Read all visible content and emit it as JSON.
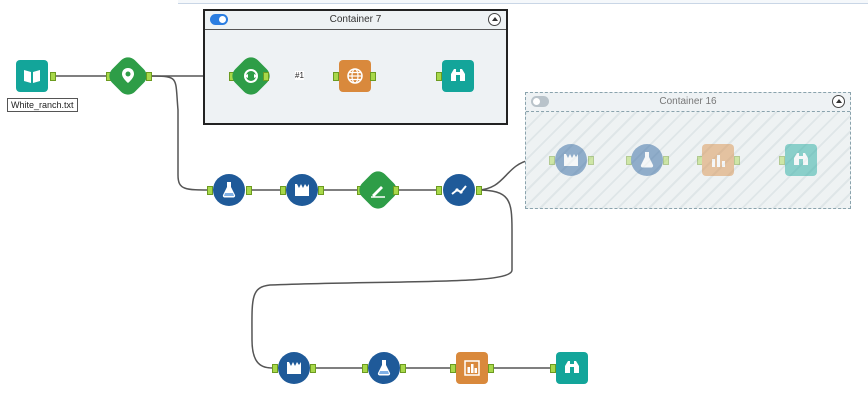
{
  "containers": {
    "c7": {
      "title": "Container 7",
      "enabled": true
    },
    "c16": {
      "title": "Container 16",
      "enabled": false
    }
  },
  "tools": {
    "input": {
      "caption": "White_ranch.txt"
    }
  },
  "connection_label": "#1",
  "colors": {
    "green": "#2e9d47",
    "teal": "#13a59a",
    "blue": "#1f5a99",
    "orange": "#d9893c",
    "anchor": "#a8d84a",
    "container_bg": "#eef2f4",
    "toggle_on": "#2a7de1"
  }
}
